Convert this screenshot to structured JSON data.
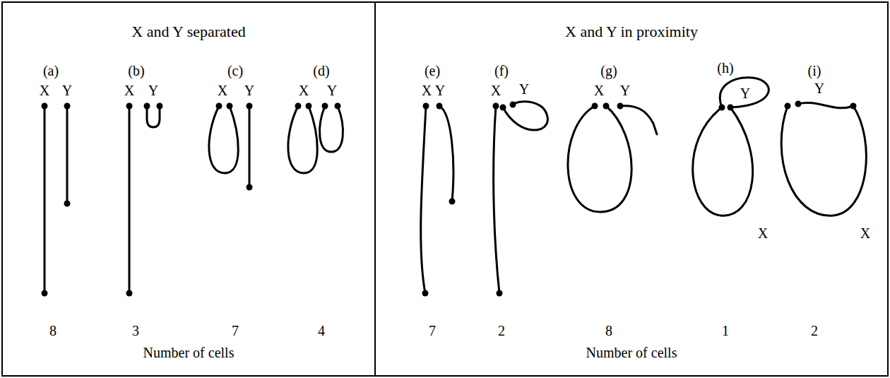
{
  "diagram": {
    "nodes": [
      {
        "text": [
          "X and Y separated",
          "Number of cells"
        ]
      },
      {
        "text": [
          "X and Y in proximity",
          "Number of cells"
        ]
      }
    ],
    "labels": [
      "(a)",
      "X",
      "Y",
      "8",
      "(b)",
      "X",
      "Y",
      "3",
      "(c)",
      "X",
      "Y",
      "7",
      "(d)",
      "X",
      "Y",
      "4",
      "(e)",
      "X",
      "Y",
      "7",
      "(f)",
      "X",
      "Y",
      "2",
      "(g)",
      "X",
      "Y",
      "8",
      "(h)",
      "Y",
      "X",
      "1",
      "(i)",
      "Y",
      "X",
      "2"
    ]
  }
}
